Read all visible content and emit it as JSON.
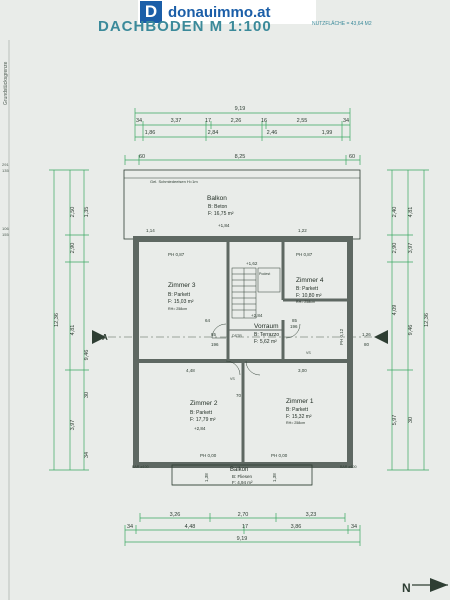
{
  "brand": {
    "mark": "D",
    "name": "donauimmo.at",
    "color": "#1b5ea8"
  },
  "title": "DACHBODEN M 1:100",
  "nutzflaeche": "NUTZFLÄCHE = 43,64 M2",
  "side_label": "Grundstücksgrenze",
  "section_marks": {
    "left": "A",
    "right": "A"
  },
  "north_marker": "N",
  "railing_note": "Gel. Schmiedeeisen H=1m",
  "rooms": [
    {
      "id": "balkon-top",
      "name": "Balkon",
      "floor": "B:  Beton",
      "area": "F:  16,75 m²",
      "level": "+1,84"
    },
    {
      "id": "zimmer3",
      "name": "Zimmer 3",
      "floor": "B:  Parkett",
      "area": "F:  15,03 m²",
      "rh": "RH= 258cm"
    },
    {
      "id": "zimmer4",
      "name": "Zimmer 4",
      "floor": "B:  Parkett",
      "area": "F:  10,80 m²",
      "rh": "RH= 258cm"
    },
    {
      "id": "vorraum",
      "name": "Vorraum",
      "floor": "B: Terrazzo",
      "area": "F:  5,62 m²"
    },
    {
      "id": "zimmer2",
      "name": "Zimmer 2",
      "floor": "B:  Parkett",
      "area": "F:  17,79 m²",
      "level": "+2,84"
    },
    {
      "id": "zimmer1",
      "name": "Zimmer 1",
      "floor": "B:  Parkett",
      "area": "F:  15,32 m²",
      "rh": "RH= 258cm"
    },
    {
      "id": "balkon-bottom",
      "name": "Balkon",
      "floor": "B:  Fliesen",
      "area": "F:  4,94 m²"
    }
  ],
  "levels": {
    "stair_top": "+1,62",
    "hall": "+2,84",
    "podest": "Podest"
  },
  "windows": [
    "PH 0,87",
    "PH 0,87",
    "PH 0,00",
    "PH 0,00",
    "PH 0,12"
  ],
  "door_codes": [
    "DSTR",
    "VS",
    "VS",
    "BAR ø100",
    "BAR ø100"
  ],
  "dims_top_overall": "9,19",
  "dims_top_row1": [
    "34",
    "3,37",
    "17",
    "2,26",
    "16",
    "2,55",
    "34"
  ],
  "dims_top_row2": [
    "1,86",
    "2,84",
    "2,46",
    "1,99"
  ],
  "dims_top_row3": [
    "60",
    "8,25",
    "60"
  ],
  "dims_bottom_row1": [
    "3,26",
    "2,70",
    "3,23"
  ],
  "dims_bottom_row2": [
    "34",
    "4,48",
    "17",
    "3,86",
    "34"
  ],
  "dims_bottom_overall": "9,19",
  "dims_left_outer": "12,36",
  "dims_left_inner": [
    "2,50",
    "2,90",
    "4,81",
    "3,97"
  ],
  "dims_left_mid": [
    "1,35",
    "9,46",
    "30",
    "34"
  ],
  "dims_right_outer": "12,36",
  "dims_right_inner": [
    "2,40",
    "2,90",
    "4,09",
    "5,97"
  ],
  "dims_right_mid": [
    "4,81",
    "3,97",
    "9,46",
    "30"
  ],
  "dims_interior": [
    "4,48",
    "3,00",
    "1,14",
    "1,22",
    "85",
    "196",
    "85",
    "196",
    "1,26",
    "80",
    "64",
    "1,38",
    "1,38",
    "70"
  ],
  "margin_numbers": [
    "291",
    "135",
    "106",
    "155"
  ],
  "colors": {
    "ink": "#33483a",
    "wall": "#5e6862",
    "green": "#39a860",
    "bg": "#e9ece9"
  }
}
